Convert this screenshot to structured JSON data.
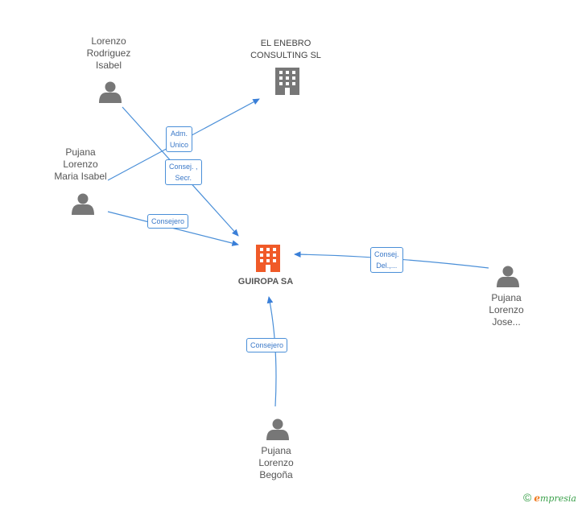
{
  "nodes": {
    "lorenzo": {
      "lines": [
        "Lorenzo",
        "Rodriguez",
        "Isabel"
      ],
      "type": "person"
    },
    "el_enebro": {
      "lines": [
        "EL ENEBRO",
        "CONSULTING SL"
      ],
      "type": "company"
    },
    "pujana_maria": {
      "lines": [
        "Pujana",
        "Lorenzo",
        "Maria Isabel"
      ],
      "type": "person"
    },
    "guiropa": {
      "lines": [
        "GUIROPA SA"
      ],
      "type": "company-main"
    },
    "pujana_jose": {
      "lines": [
        "Pujana",
        "Lorenzo",
        "Jose..."
      ],
      "type": "person"
    },
    "pujana_begona": {
      "lines": [
        "Pujana",
        "Lorenzo",
        "Begoña"
      ],
      "type": "person"
    }
  },
  "edges": {
    "adm_unico": {
      "lines": [
        "Adm.",
        "Unico"
      ]
    },
    "consej_secr": {
      "lines": [
        "Consej. ,",
        "Secr."
      ]
    },
    "consejero_maria": {
      "lines": [
        "Consejero"
      ]
    },
    "consej_del": {
      "lines": [
        "Consej.",
        "Del.,..."
      ]
    },
    "consejero_begona": {
      "lines": [
        "Consejero"
      ]
    }
  },
  "colors": {
    "edge": "#4a8fd8",
    "person": "#777777",
    "company": "#777777",
    "main_company": "#f05a28"
  },
  "brand": {
    "copyright": "©",
    "e": "e",
    "rest": "mpresia"
  }
}
